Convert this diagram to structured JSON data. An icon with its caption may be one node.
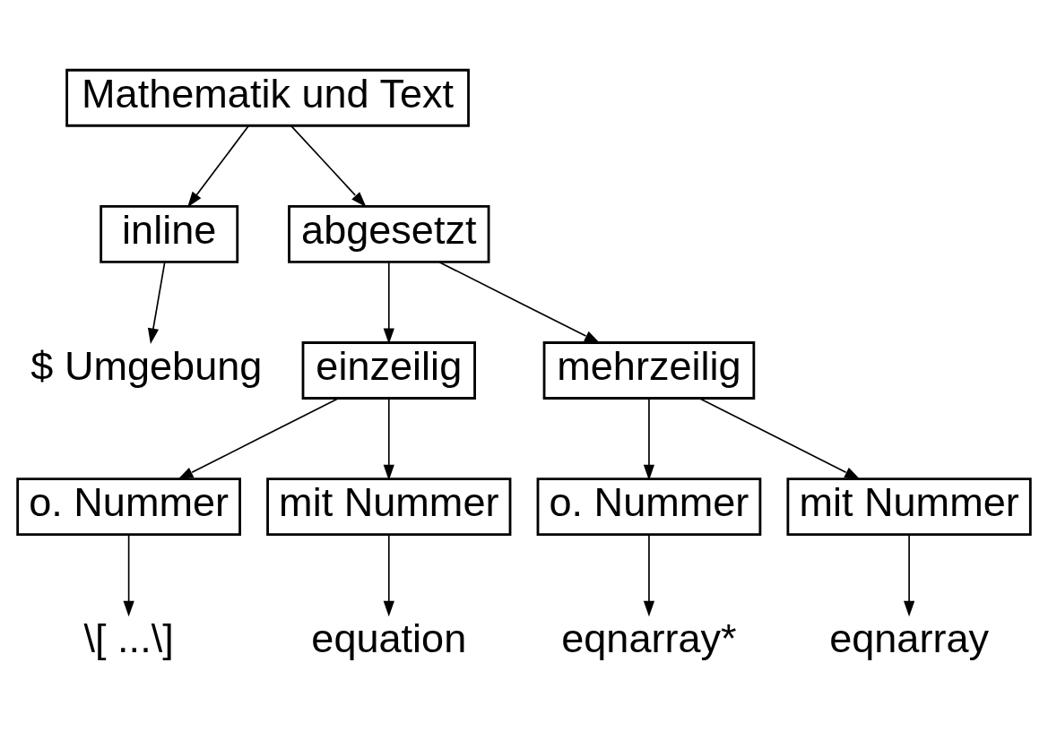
{
  "diagram": {
    "nodes": [
      {
        "text": [
          "Mathematik und Text"
        ]
      },
      {
        "text": [
          "inline"
        ]
      },
      {
        "text": [
          "abgesetzt"
        ]
      },
      {
        "text": [
          "$ Umgebung"
        ]
      },
      {
        "text": [
          "einzeilig"
        ]
      },
      {
        "text": [
          "mehrzeilig"
        ]
      },
      {
        "text": [
          "o. Nummer"
        ]
      },
      {
        "text": [
          "mit Nummer"
        ]
      },
      {
        "text": [
          "o. Nummer"
        ]
      },
      {
        "text": [
          "mit Nummer"
        ]
      },
      {
        "text": [
          "\\[ ...\\]"
        ]
      },
      {
        "text": [
          "equation"
        ]
      },
      {
        "text": [
          "eqnarray*"
        ]
      },
      {
        "text": [
          "eqnarray"
        ]
      }
    ],
    "edges": [
      {
        "from": 0,
        "to": 1,
        "arrow": "to"
      },
      {
        "from": 0,
        "to": 2,
        "arrow": "to"
      },
      {
        "from": 1,
        "to": 3,
        "arrow": "to"
      },
      {
        "from": 2,
        "to": 4,
        "arrow": "to"
      },
      {
        "from": 2,
        "to": 5,
        "arrow": "to"
      },
      {
        "from": 4,
        "to": 6,
        "arrow": "to"
      },
      {
        "from": 4,
        "to": 7,
        "arrow": "to"
      },
      {
        "from": 5,
        "to": 8,
        "arrow": "to"
      },
      {
        "from": 5,
        "to": 9,
        "arrow": "to"
      },
      {
        "from": 6,
        "to": 10,
        "arrow": "to"
      },
      {
        "from": 7,
        "to": 11,
        "arrow": "to"
      },
      {
        "from": 8,
        "to": 12,
        "arrow": "to"
      },
      {
        "from": 9,
        "to": 13,
        "arrow": "to"
      }
    ]
  }
}
